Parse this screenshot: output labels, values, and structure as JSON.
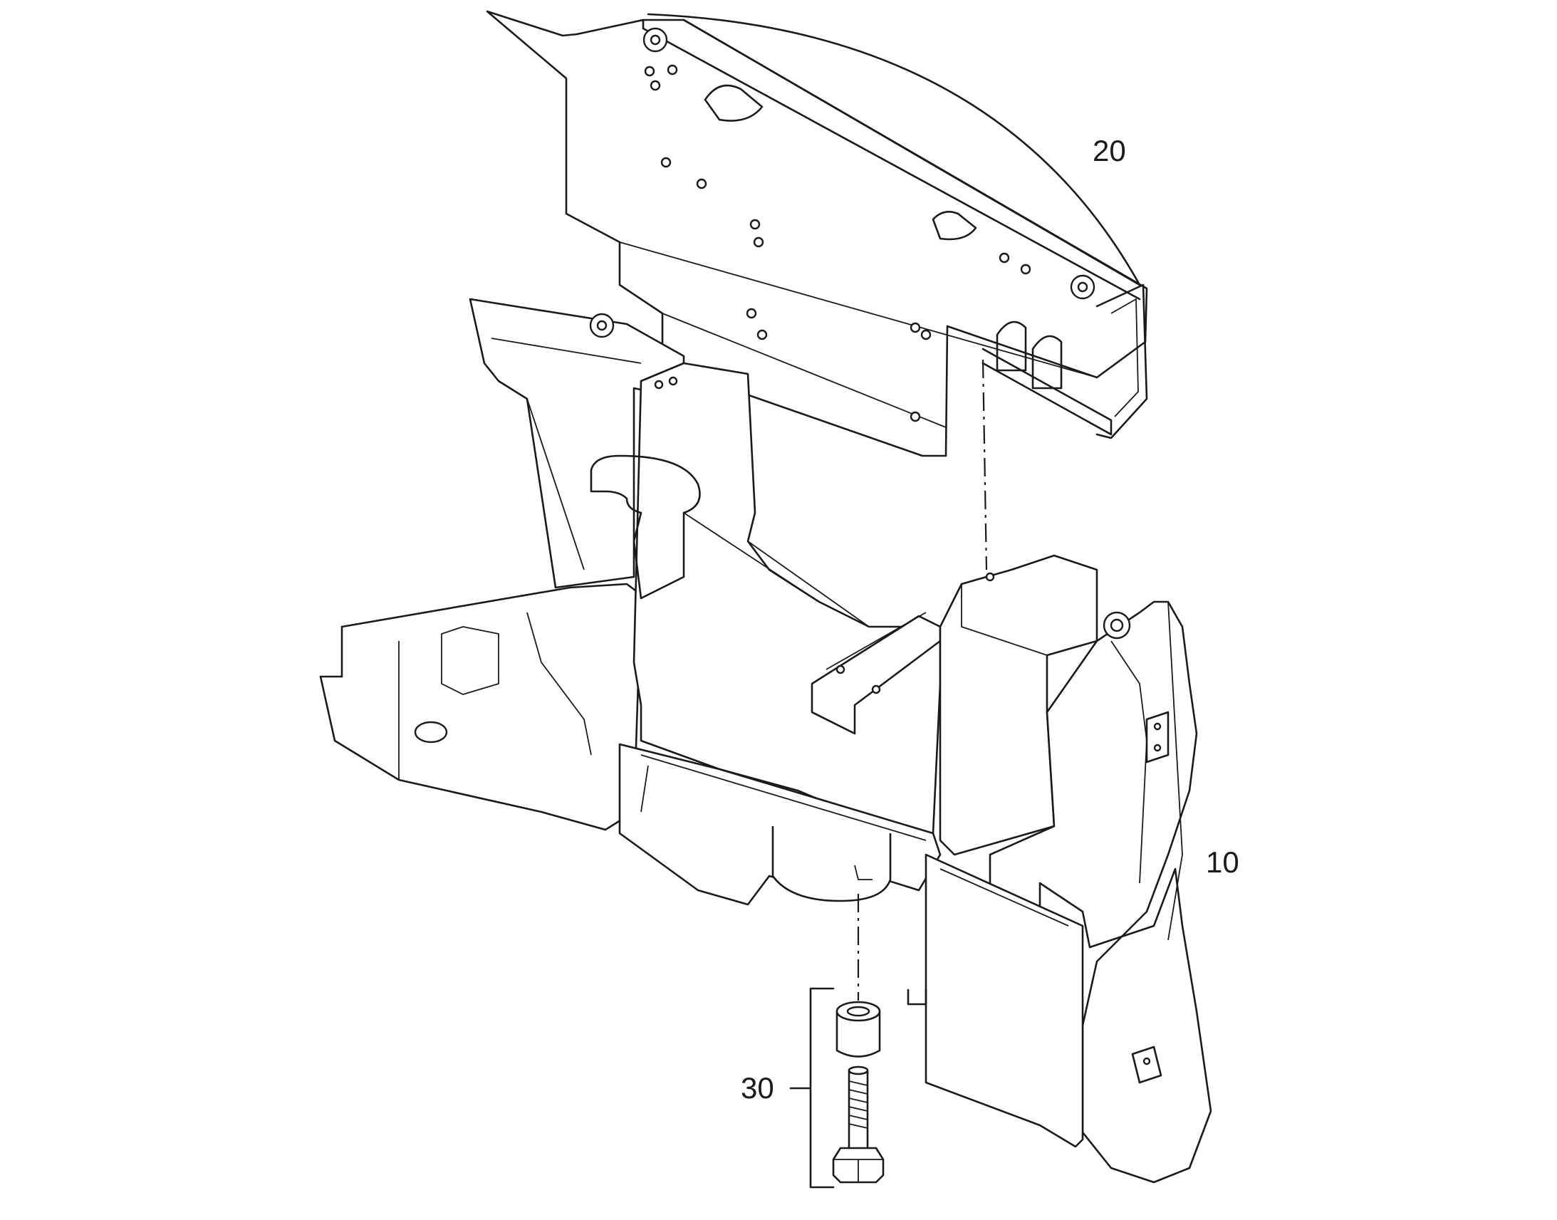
{
  "callouts": {
    "top_bracket": "20",
    "main_frame": "10",
    "fastener_set": "30"
  }
}
